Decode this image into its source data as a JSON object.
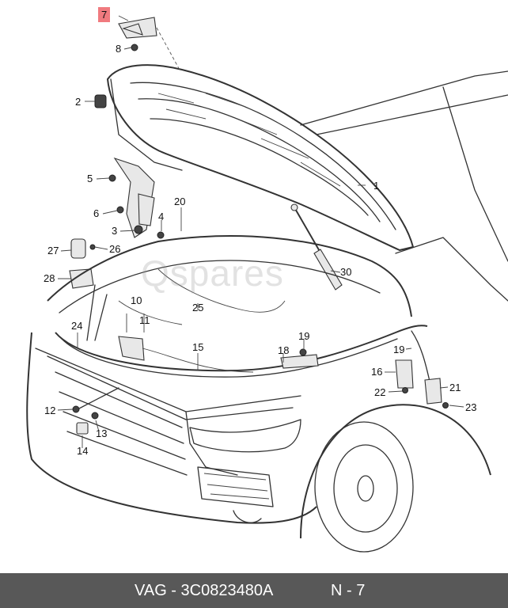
{
  "watermark": "Qspares",
  "footer": {
    "part_ref": "VAG - 3C0823480A",
    "position": "N - 7"
  },
  "callouts": {
    "c7": "7",
    "c8": "8",
    "c2": "2",
    "c1": "1",
    "c5": "5",
    "c20": "20",
    "c6": "6",
    "c4": "4",
    "c3": "3",
    "c27": "27",
    "c26": "26",
    "c28": "28",
    "c30": "30",
    "c10": "10",
    "c11": "11",
    "c25": "25",
    "c24": "24",
    "c19a": "19",
    "c15": "15",
    "c18": "18",
    "c19b": "19",
    "c16": "16",
    "c21": "21",
    "c22": "22",
    "c23": "23",
    "c12": "12",
    "c13": "13",
    "c14": "14"
  },
  "highlight_color": "#f07a7f"
}
